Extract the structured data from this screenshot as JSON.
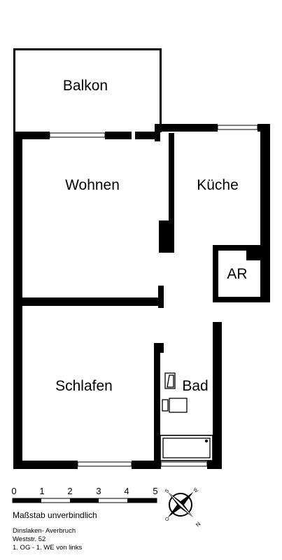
{
  "rooms": {
    "balcony": "Balkon",
    "living": "Wohnen",
    "kitchen": "Küche",
    "storage": "AR",
    "bedroom": "Schlafen",
    "bath": "Bad"
  },
  "scale": {
    "ticks": [
      "0",
      "1",
      "2",
      "3",
      "4",
      "5"
    ],
    "caption": "Maßstab unverbindlich"
  },
  "compass": {
    "letters": [
      "S",
      "W",
      "O",
      "N"
    ]
  },
  "address": {
    "line1": "Dinslaken- Averbruch",
    "line2": "Weststr. 52",
    "line3": "1. OG - 1. WE von links"
  },
  "colors": {
    "wall": "#000000",
    "background": "#ffffff"
  }
}
